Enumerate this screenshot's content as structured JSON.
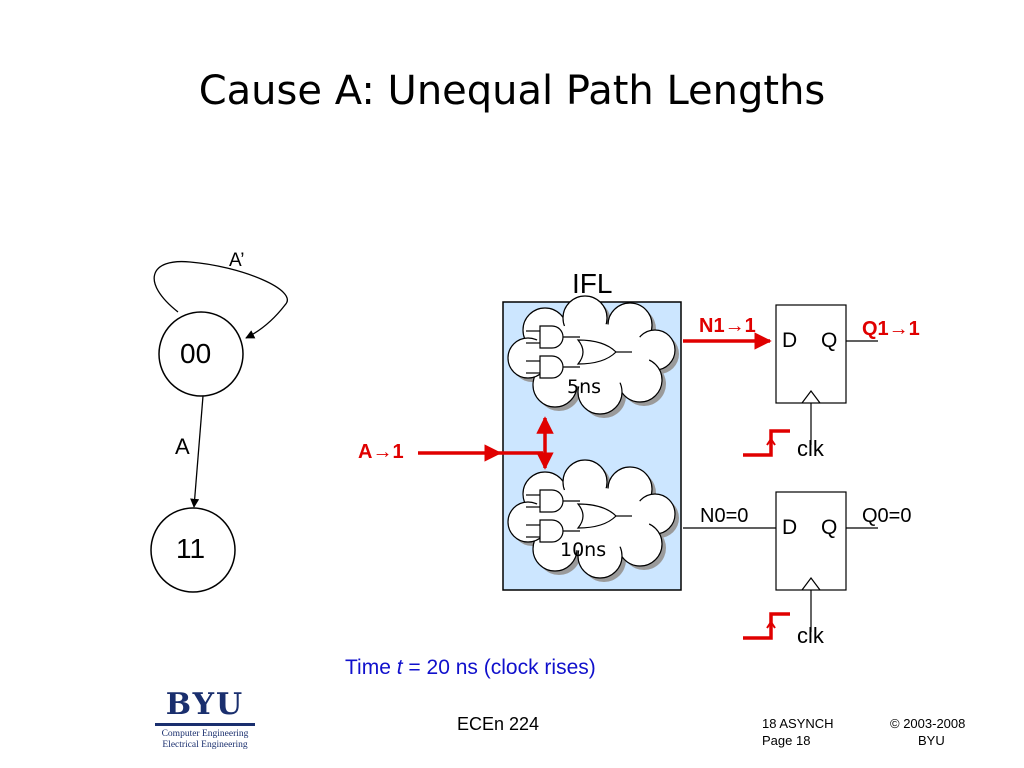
{
  "slide": {
    "title": "Cause A: Unequal Path Lengths"
  },
  "state_diagram": {
    "self_loop_label": "A’",
    "state_top": "00",
    "edge_label": "A",
    "state_bottom": "11"
  },
  "circuit": {
    "ifl_label": "IFL",
    "top_cloud_delay": "5ns",
    "bottom_cloud_delay": "10ns",
    "input_label": "A→1",
    "n1_label": "N1→1",
    "q1_label": "Q1→1",
    "n0_label": "N0=0",
    "q0_label": "Q0=0",
    "ff_d": "D",
    "ff_q": "Q",
    "clk_label": "clk"
  },
  "time_caption": {
    "prefix": "Time ",
    "var": "t",
    "eq": " = 20 ",
    "unit": "ns",
    "suffix": " (clock rises)"
  },
  "footer": {
    "logo_word": "BYU",
    "logo_line1": "Computer Engineering",
    "logo_line2": "Electrical Engineering",
    "course": "ECEn 224",
    "lecture": "18 ASYNCH",
    "page": "Page 18",
    "copyright": "© 2003-2008",
    "org": "BYU"
  },
  "colors": {
    "highlight_red": "#e00000",
    "ifl_fill": "#cce6ff",
    "caption_blue": "#1010cc",
    "byu_navy": "#1a2f6e"
  }
}
